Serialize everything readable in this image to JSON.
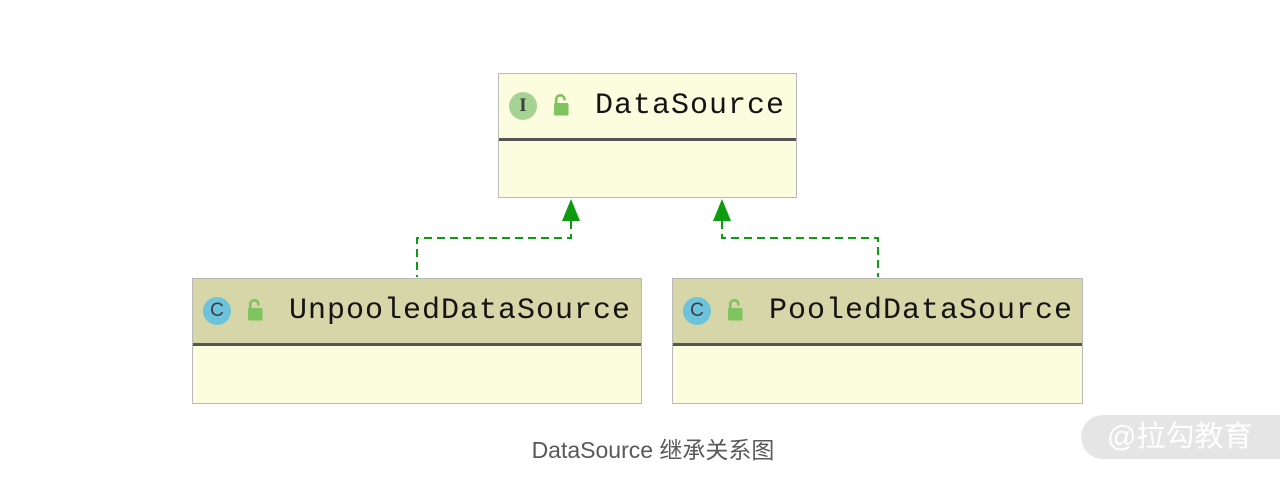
{
  "diagram": {
    "caption": "DataSource 继承关系图",
    "watermark": "@拉勾教育",
    "nodes": [
      {
        "id": "datasource",
        "label": "DataSource",
        "kind": "interface",
        "badge": "I",
        "visibility": "public",
        "selected": false
      },
      {
        "id": "unpooled-datasource",
        "label": "UnpooledDataSource",
        "kind": "class",
        "badge": "C",
        "visibility": "public",
        "selected": true
      },
      {
        "id": "pooled-datasource",
        "label": "PooledDataSource",
        "kind": "class",
        "badge": "C",
        "visibility": "public",
        "selected": true
      }
    ],
    "edges": [
      {
        "from": "UnpooledDataSource",
        "to": "DataSource",
        "type": "implements",
        "style": "dashed-arrow"
      },
      {
        "from": "PooledDataSource",
        "to": "DataSource",
        "type": "implements",
        "style": "dashed-arrow"
      }
    ],
    "colors": {
      "edge_green": "#0f9b0f",
      "node_body_yellow": "#fcfcdf",
      "node_header_selected": "#d6d6a9",
      "node_border": "#b9b9b9",
      "divider": "#555555",
      "interface_badge": "#a6d393",
      "class_badge": "#6cc3db",
      "lock_green": "#7fc35f",
      "caption_text": "#595959",
      "watermark_bg": "#e5e5e5",
      "watermark_text": "#ffffff"
    }
  }
}
